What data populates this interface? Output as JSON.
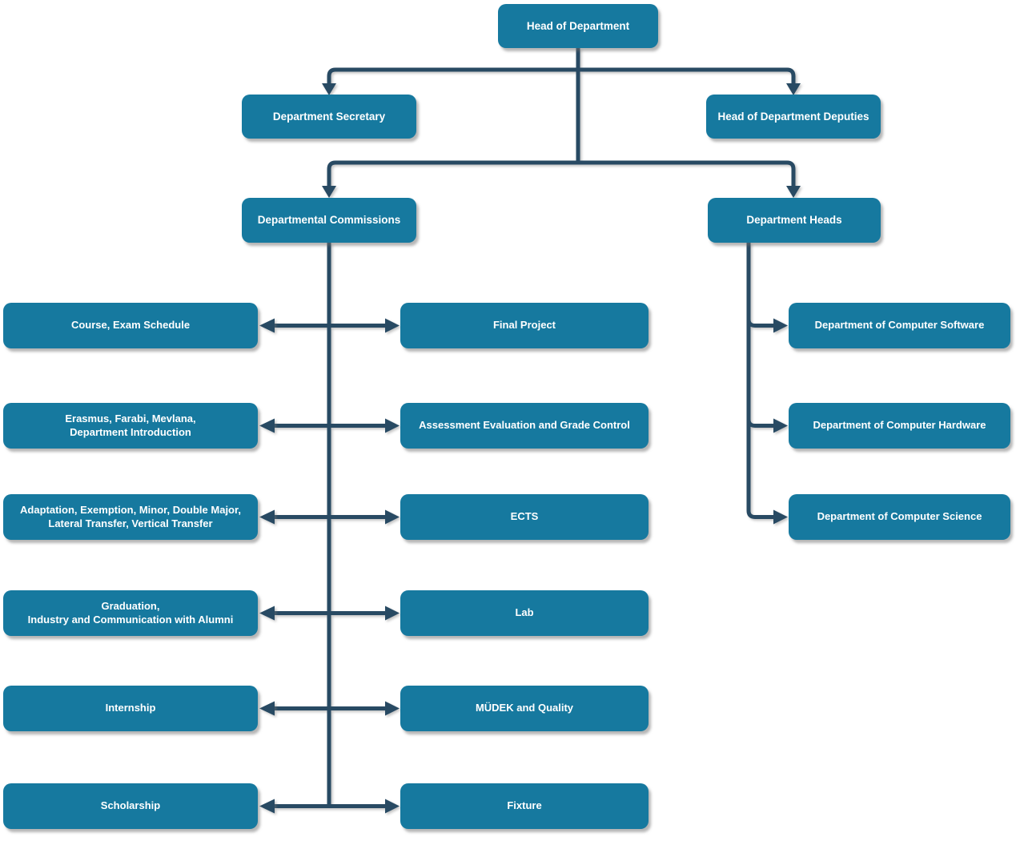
{
  "colors": {
    "node_fill": "#16799f",
    "node_text": "#ffffff",
    "connector": "#284a63",
    "background": "#ffffff"
  },
  "nodes": {
    "head": {
      "label": "Head of Department"
    },
    "secretary": {
      "label": "Department Secretary"
    },
    "deputies": {
      "label": "Head of Department Deputies"
    },
    "commissions": {
      "label": "Departmental Commissions"
    },
    "department_heads": {
      "label": "Department Heads"
    },
    "commission_left": [
      {
        "label": "Course, Exam Schedule"
      },
      {
        "label": "Erasmus, Farabi, Mevlana,\nDepartment Introduction"
      },
      {
        "label": "Adaptation, Exemption, Minor, Double Major,\nLateral Transfer, Vertical Transfer"
      },
      {
        "label": "Graduation,\nIndustry and Communication with Alumni"
      },
      {
        "label": "Internship"
      },
      {
        "label": "Scholarship"
      }
    ],
    "commission_right": [
      {
        "label": "Final Project"
      },
      {
        "label": "Assessment Evaluation and Grade Control"
      },
      {
        "label": "ECTS"
      },
      {
        "label": "Lab"
      },
      {
        "label": "MÜDEK and Quality"
      },
      {
        "label": "Fixture"
      }
    ],
    "departments": [
      {
        "label": "Department of Computer Software"
      },
      {
        "label": "Department of Computer Hardware"
      },
      {
        "label": "Department of Computer Science"
      }
    ]
  }
}
